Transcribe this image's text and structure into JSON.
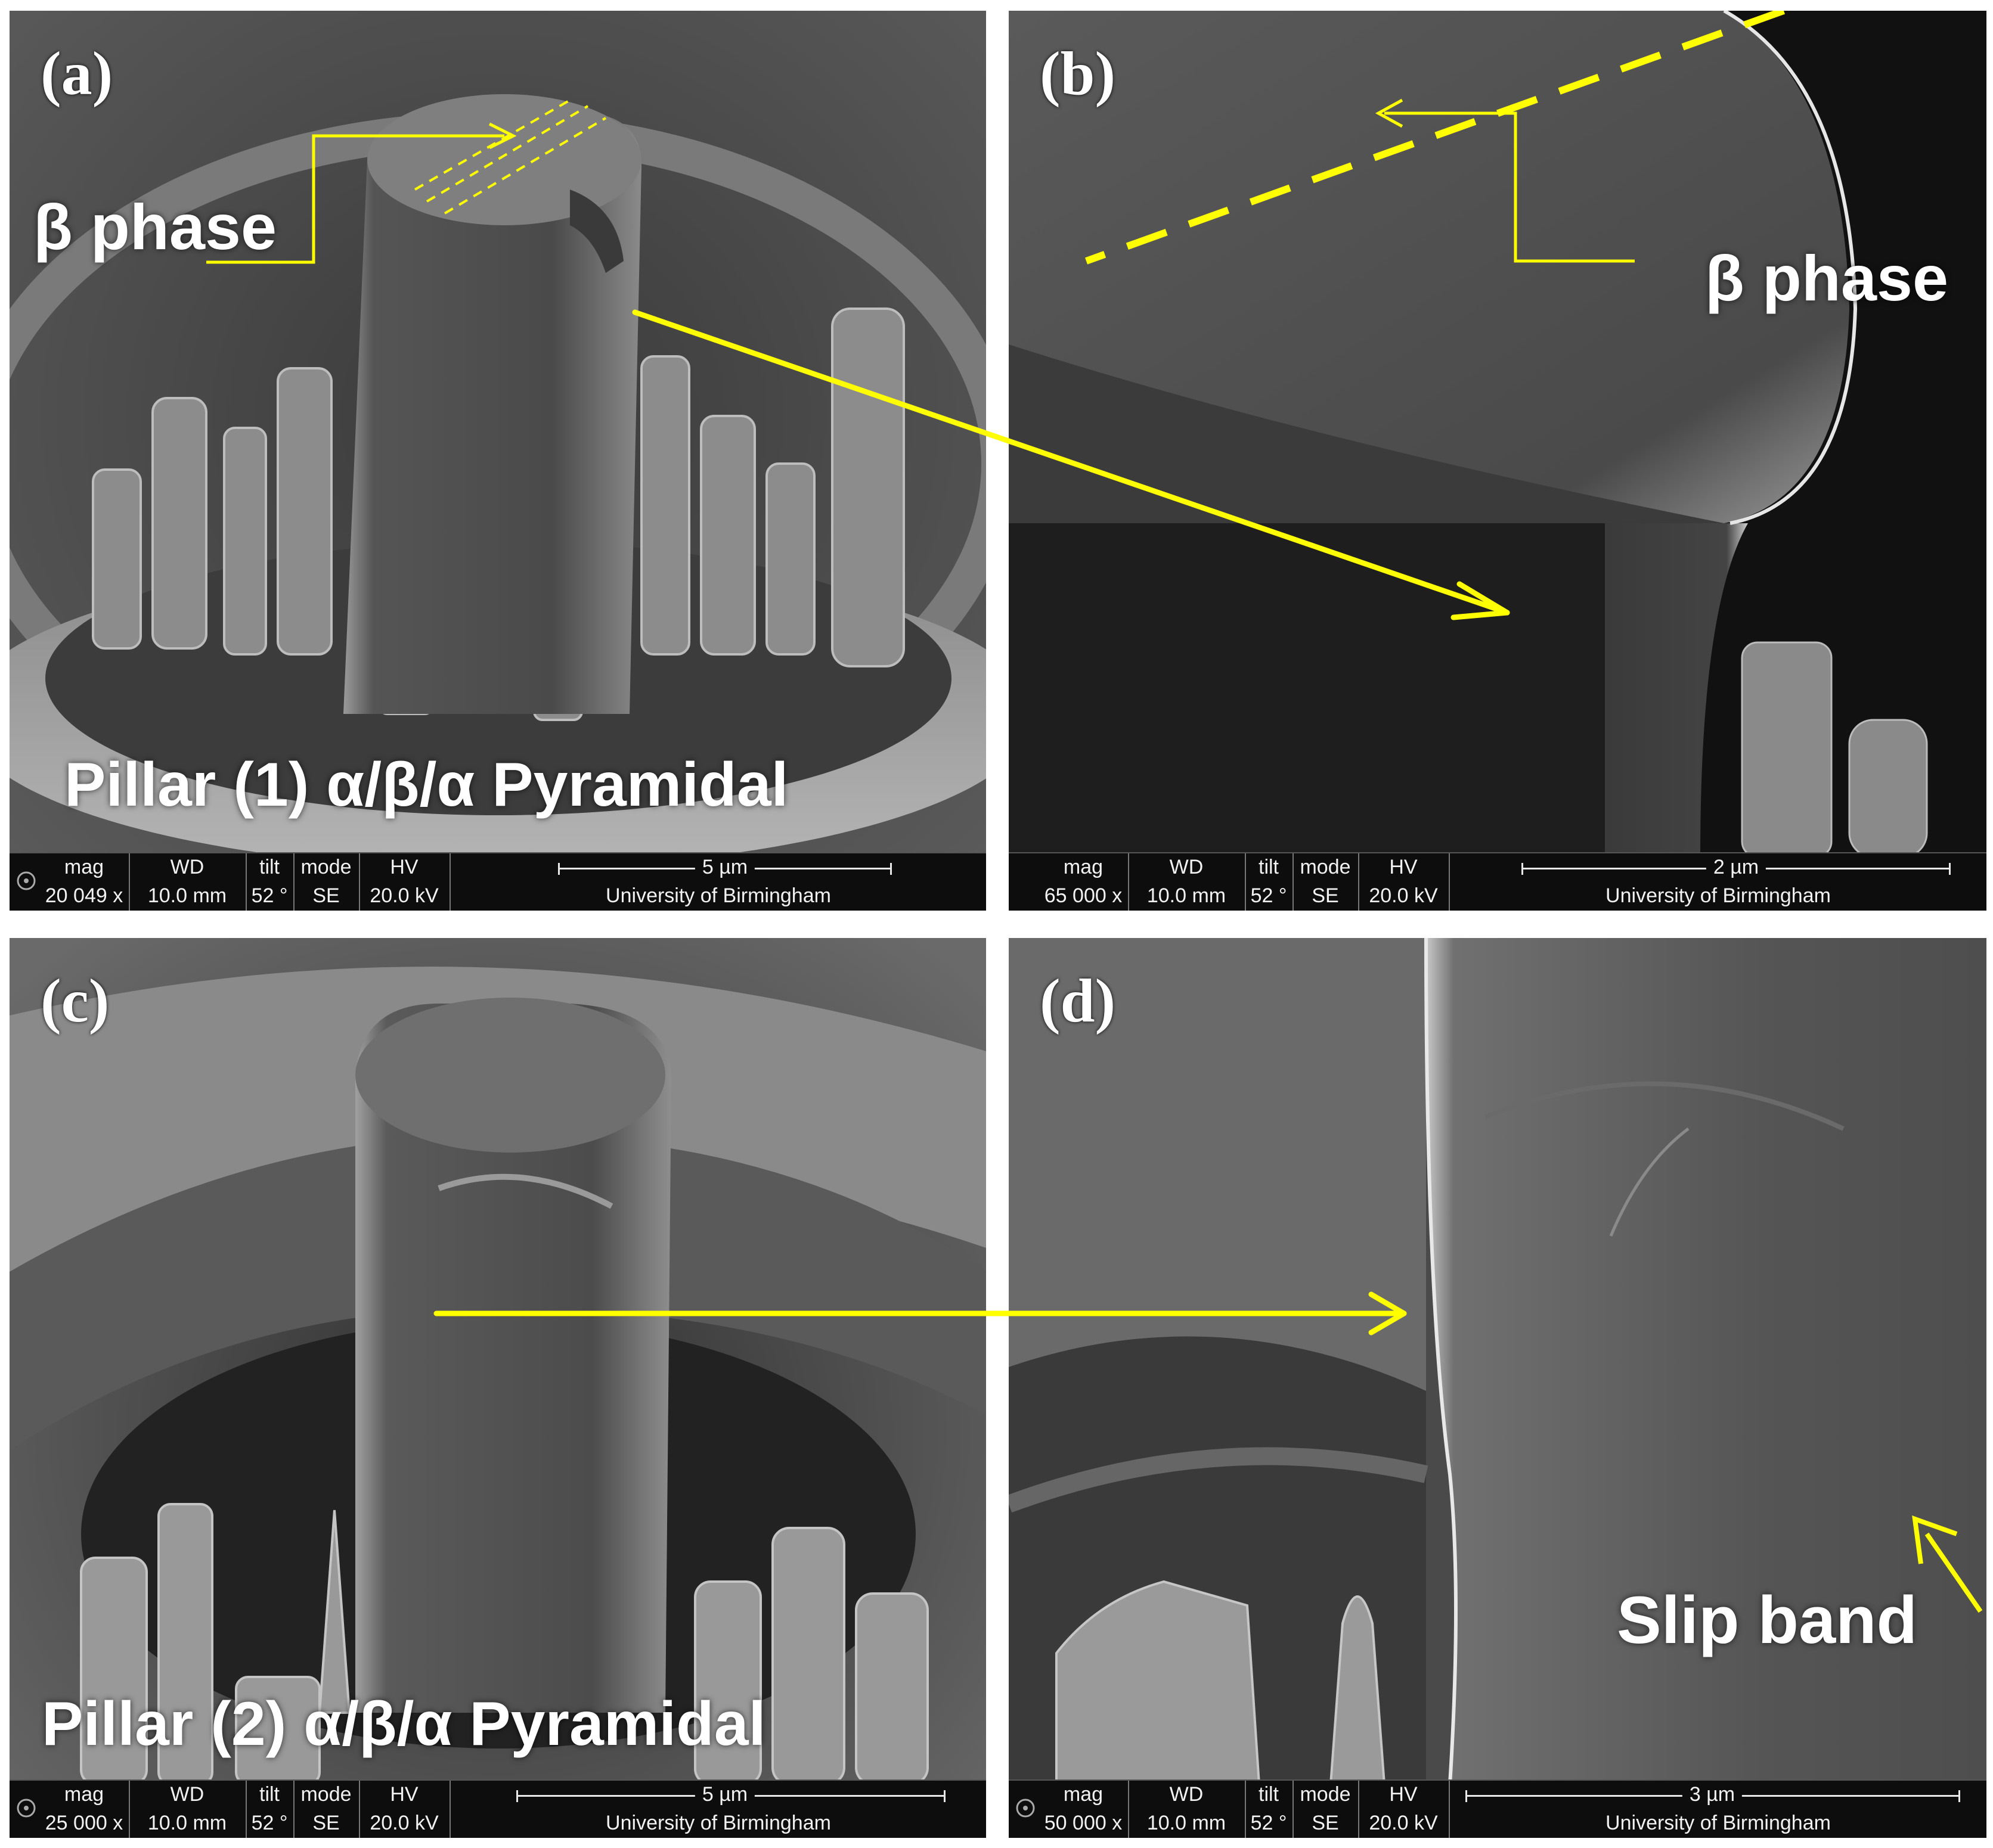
{
  "panels": {
    "a": {
      "label": "(a)",
      "annotation": "β phase",
      "caption": "Pillar (1) α/β/α Pyramidal",
      "info": {
        "mag_h": "mag",
        "mag": "20 049 x",
        "wd_h": "WD",
        "wd": "10.0 mm",
        "tilt_h": "tilt",
        "tilt": "52 °",
        "mode_h": "mode",
        "mode": "SE",
        "hv_h": "HV",
        "hv": "20.0 kV",
        "scale": "5 µm",
        "institution": "University of Birmingham"
      }
    },
    "b": {
      "label": "(b)",
      "annotation": "β phase",
      "info": {
        "mag_h": "mag",
        "mag": "65 000 x",
        "wd_h": "WD",
        "wd": "10.0 mm",
        "tilt_h": "tilt",
        "tilt": "52 °",
        "mode_h": "mode",
        "mode": "SE",
        "hv_h": "HV",
        "hv": "20.0 kV",
        "scale": "2 µm",
        "institution": "University of Birmingham"
      }
    },
    "c": {
      "label": "(c)",
      "caption": "Pillar (2) α/β/α Pyramidal",
      "info": {
        "mag_h": "mag",
        "mag": "25 000 x",
        "wd_h": "WD",
        "wd": "10.0 mm",
        "tilt_h": "tilt",
        "tilt": "52 °",
        "mode_h": "mode",
        "mode": "SE",
        "hv_h": "HV",
        "hv": "20.0 kV",
        "scale": "5 µm",
        "institution": "University of Birmingham"
      }
    },
    "d": {
      "label": "(d)",
      "annotation": "Slip band",
      "info": {
        "mag_h": "mag",
        "mag": "50 000 x",
        "wd_h": "WD",
        "wd": "10.0 mm",
        "tilt_h": "tilt",
        "tilt": "52 °",
        "mode_h": "mode",
        "mode": "SE",
        "hv_h": "HV",
        "hv": "20.0 kV",
        "scale": "3 µm",
        "institution": "University of Birmingham"
      }
    }
  },
  "colors": {
    "annotation": "#ffff00",
    "sem_dark": "#1a1a1a",
    "sem_mid": "#6e6e6e",
    "sem_light": "#c8c8c8"
  }
}
